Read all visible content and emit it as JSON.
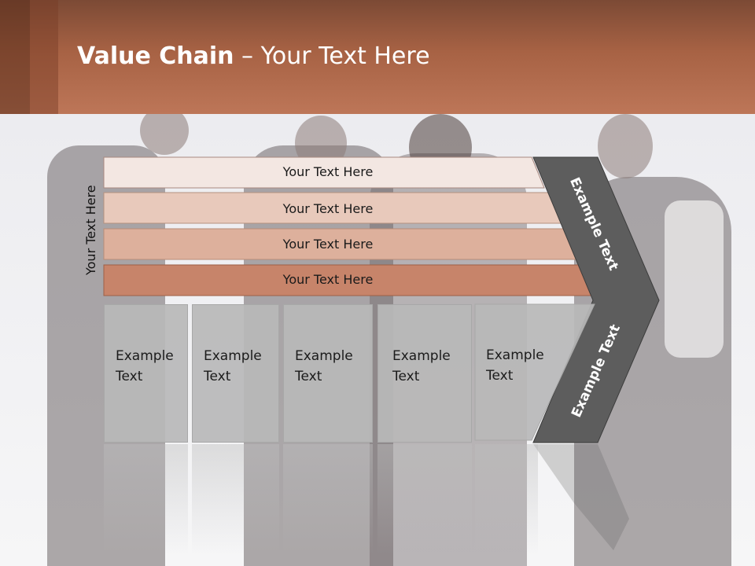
{
  "slide": {
    "title_bold": "Value Chain",
    "title_rest": " – Your Text Here",
    "vertical_label": "Your Text Here",
    "bars": [
      {
        "label": "Your Text Here",
        "color": "#f3e7e2"
      },
      {
        "label": "Your Text Here",
        "color": "#e8c9bb"
      },
      {
        "label": "Your Text Here",
        "color": "#ddb09c"
      },
      {
        "label": "Your Text Here",
        "color": "#c7846a"
      }
    ],
    "boxes": [
      {
        "line1": "Example",
        "line2": "Text"
      },
      {
        "line1": "Example",
        "line2": "Text"
      },
      {
        "line1": "Example",
        "line2": "Text"
      },
      {
        "line1": "Example",
        "line2": "Text"
      },
      {
        "line1": "Example",
        "line2": "Text"
      }
    ],
    "chevron_top_label": "Example Text",
    "chevron_bottom_label": "Example Text",
    "colors": {
      "header_brown": "#a76244",
      "chevron_gray": "#5d5d5d",
      "box_gray": "#b9b9b9"
    }
  }
}
